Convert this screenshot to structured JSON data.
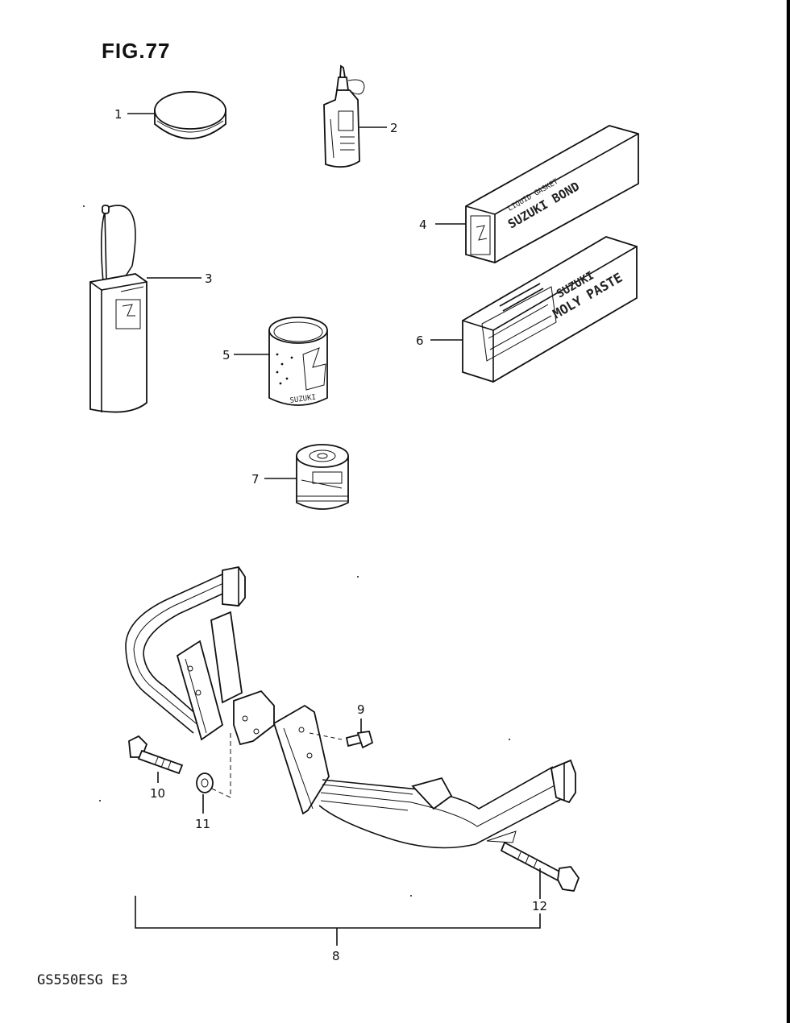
{
  "figure": {
    "title": "FIG.77"
  },
  "model_code": "GS550ESG E3",
  "callouts": [
    "1",
    "2",
    "3",
    "4",
    "5",
    "6",
    "7",
    "8",
    "9",
    "10",
    "11",
    "12"
  ],
  "package_text": {
    "bond_line1": "LIQUID GASKET",
    "bond_line2": "SUZUKI BOND",
    "paste_line1": "SUZUKI",
    "paste_line2": "MOLY PASTE",
    "can5_text": "SUZUKI"
  }
}
